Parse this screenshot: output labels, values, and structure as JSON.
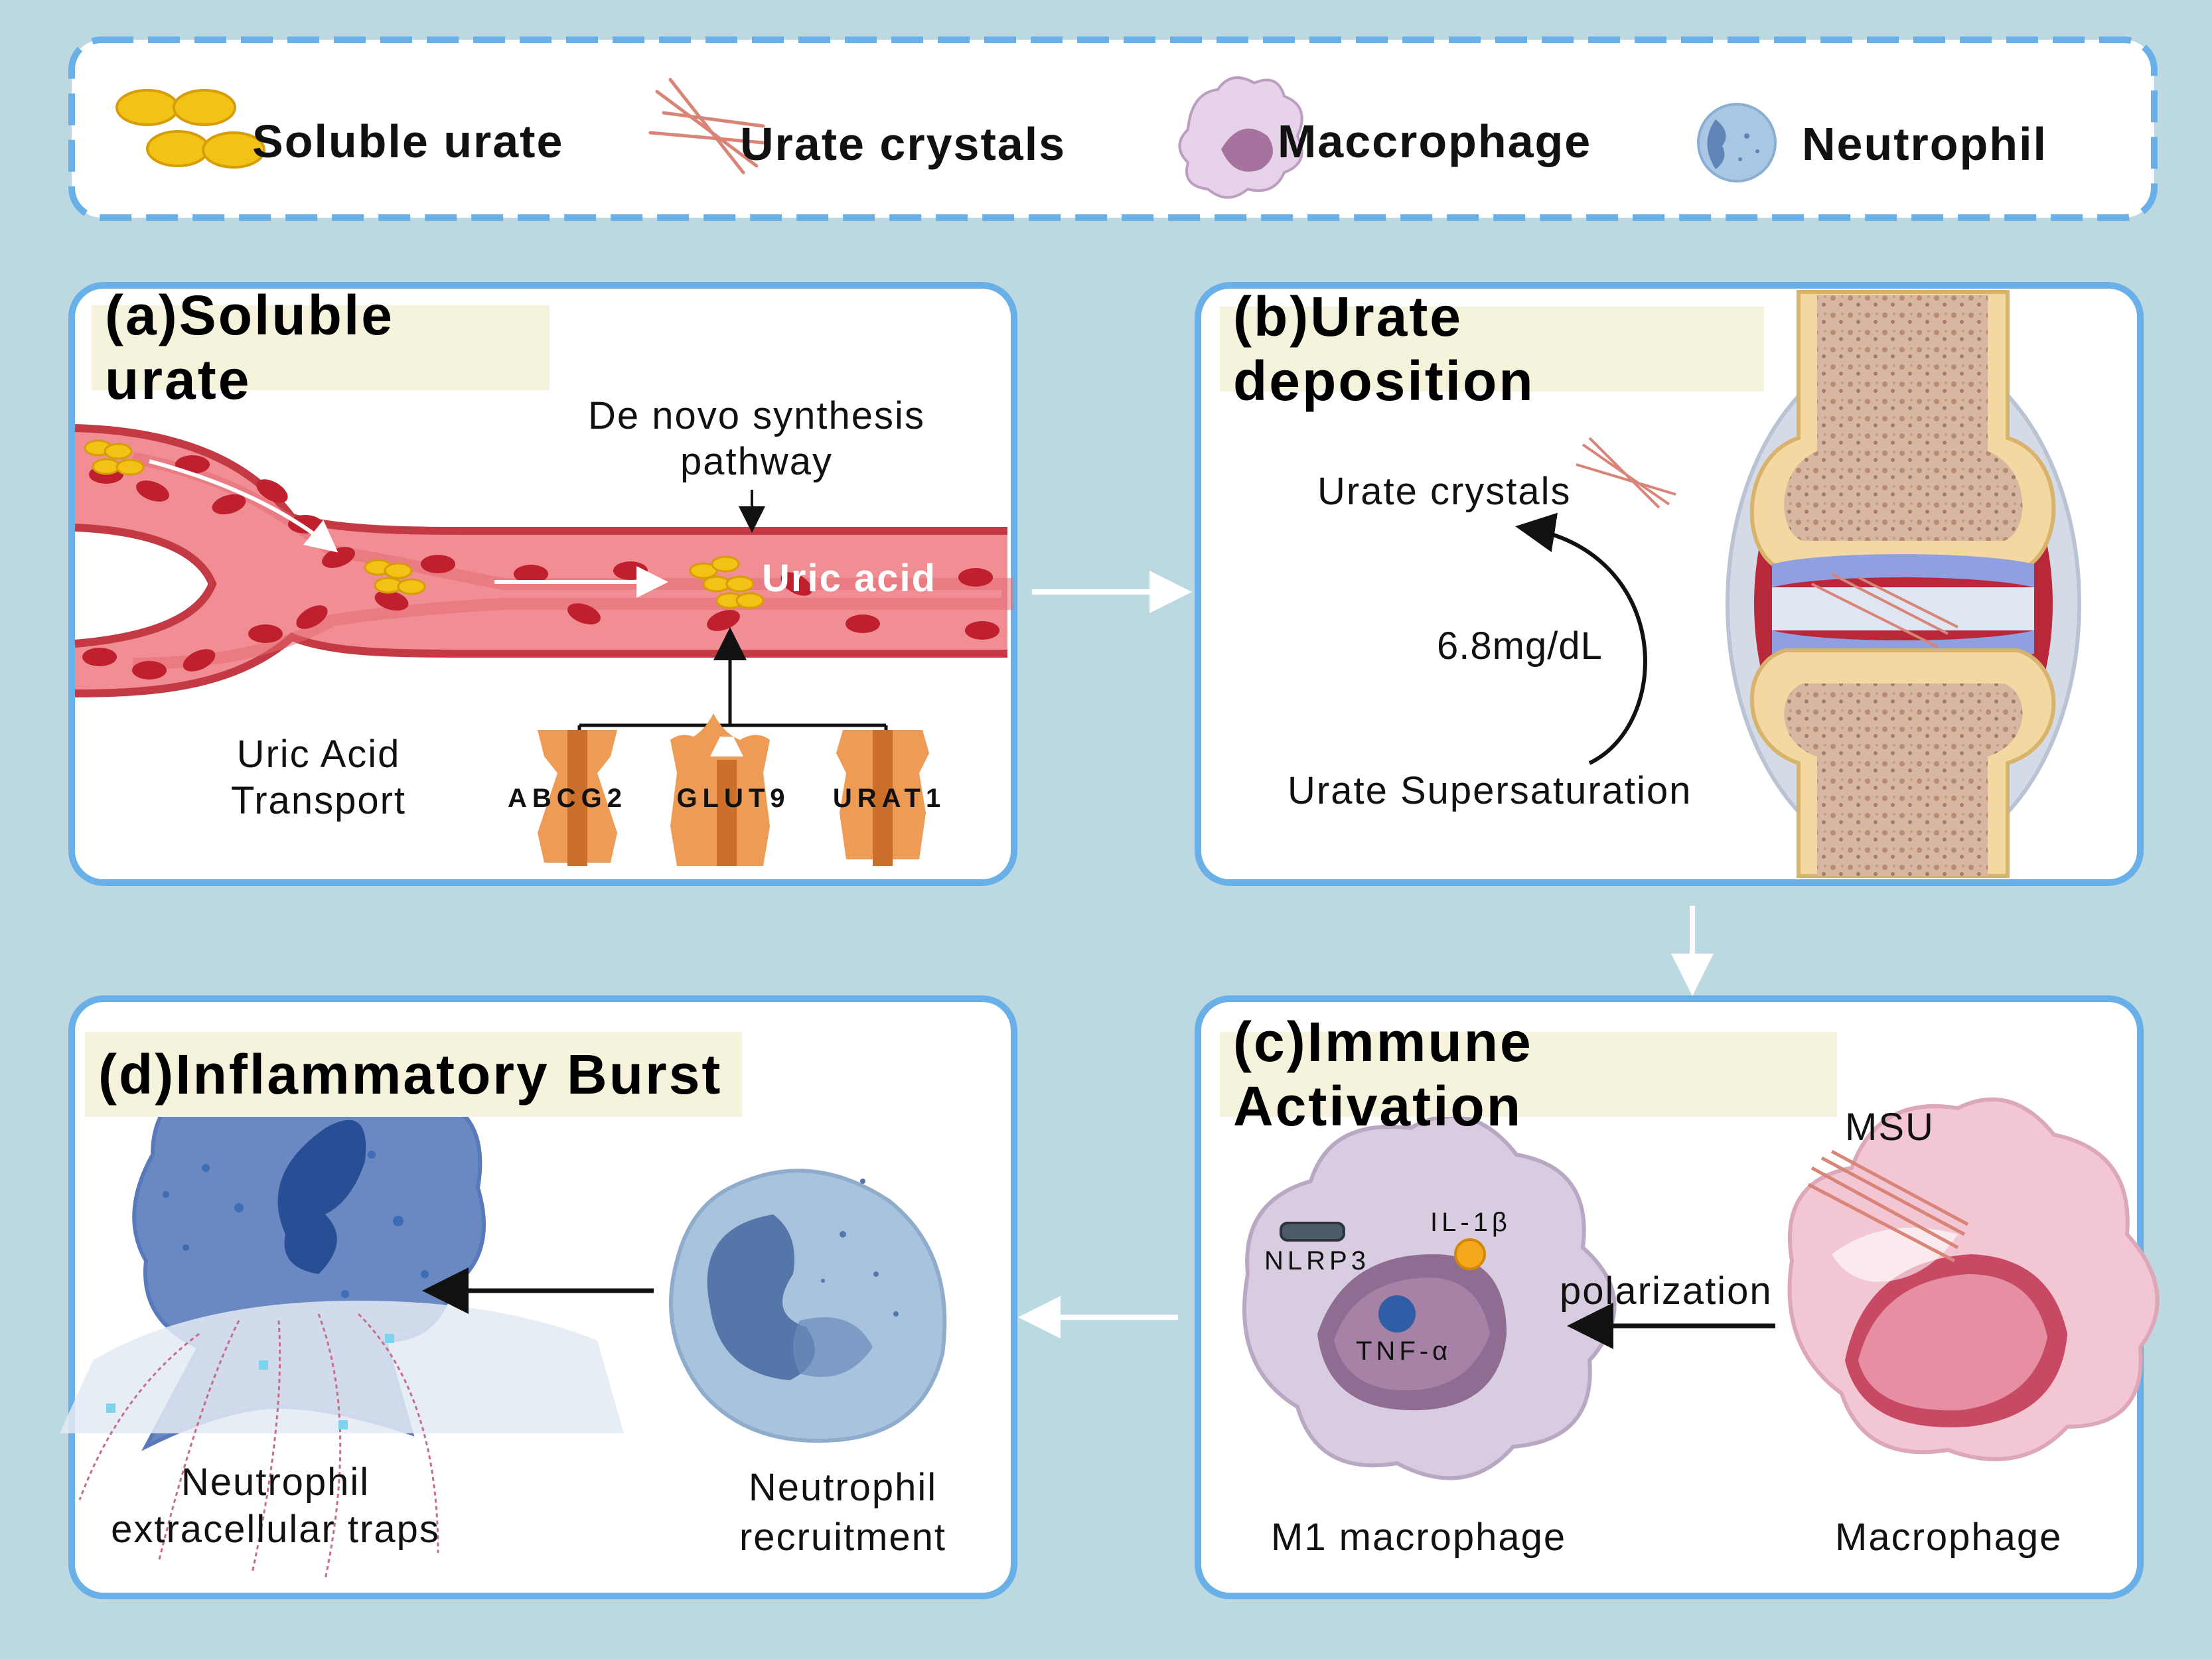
{
  "legend": {
    "soluble_urate": "Soluble urate",
    "urate_crystals": "Urate crystals",
    "macrophage": "Maccrophage",
    "neutrophil": "Neutrophil"
  },
  "panel_a": {
    "title": "(a)Soluble urate",
    "de_novo": "De novo synthesis",
    "pathway": "pathway",
    "uric_acid": "Uric acid",
    "transport_line1": "Uric Acid",
    "transport_line2": "Transport",
    "transporters": [
      "ABCG2",
      "GLUT9",
      "URAT1"
    ]
  },
  "panel_b": {
    "title": "(b)Urate deposition",
    "urate_crystals": "Urate crystals",
    "threshold": "6.8mg/dL",
    "supersaturation": "Urate Supersaturation"
  },
  "panel_c": {
    "title": "(c)Immune Activation",
    "msu": "MSU",
    "nlrp3": "NLRP3",
    "il1b": "IL-1β",
    "tnfa": "TNF-α",
    "polarization": "polarization",
    "m1": "M1 macrophage",
    "macrophage": "Macrophage"
  },
  "panel_d": {
    "title": "(d)Inflammatory Burst",
    "net_line1": "Neutrophil",
    "net_line2": "extracellular traps",
    "recruit_line1": "Neutrophil",
    "recruit_line2": "recruitment"
  },
  "colors": {
    "background": "#bcd9e1",
    "panel_border": "#6ab0e8",
    "title_bg": "#f6f3dc",
    "vessel": "#d9474f",
    "blood_cell": "#c01f2e",
    "urate": "#f3c214",
    "transporter": "#ee9c55",
    "crystal": "#d88476"
  }
}
